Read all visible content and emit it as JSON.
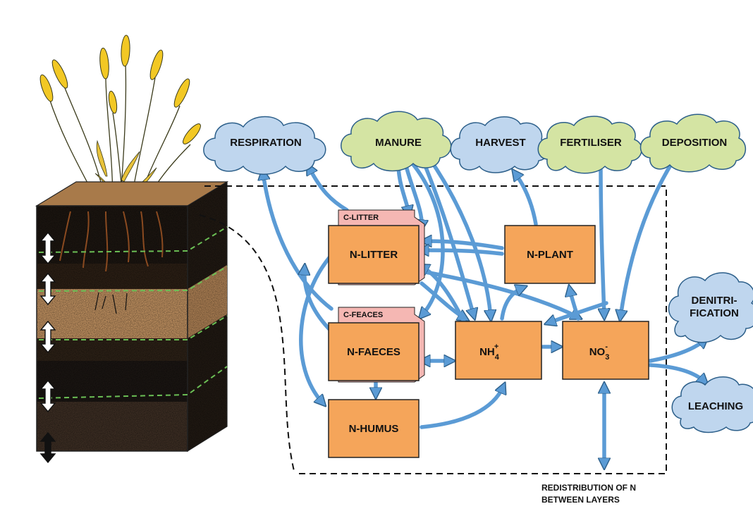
{
  "clouds": {
    "respiration": "RESPIRATION",
    "manure": "MANURE",
    "harvest": "HARVEST",
    "fertiliser": "FERTILISER",
    "deposition": "DEPOSITION",
    "denitrification_line1": "DENITRI-",
    "denitrification_line2": "FICATION",
    "leaching": "LEACHING"
  },
  "pools": {
    "c_litter": "C-LITTER",
    "n_litter": "N-LITTER",
    "c_faeces": "C-FEACES",
    "n_faeces": "N-FAECES",
    "n_humus": "N-HUMUS",
    "n_plant": "N-PLANT",
    "nh4": "NH",
    "nh4_sub": "4",
    "nh4_sup": "+",
    "no3": "NO",
    "no3_sub": "3",
    "no3_sup": "-"
  },
  "note": {
    "line1": "REDISTRIBUTION OF N",
    "line2": "BETWEEN LAYERS"
  },
  "colors": {
    "cloud_input": "#d4e4a3",
    "cloud_output": "#bfd6ee",
    "pool_fill": "#f5a55a",
    "tab_fill": "#f5b7b3",
    "arrow": "#5b9bd5",
    "arrow_stroke": "#2c5f8a"
  }
}
